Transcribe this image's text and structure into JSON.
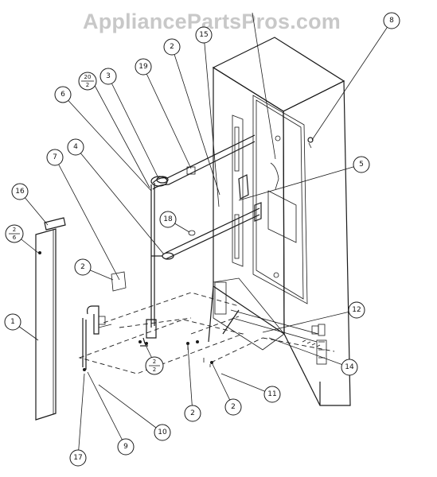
{
  "watermark": "AppliancePartsPros.com",
  "callouts": {
    "c1": "1",
    "c2a": "2",
    "c2b": "2",
    "c2c": "2",
    "c2d": "2",
    "c3": "3",
    "c4": "4",
    "c5": "5",
    "c6": "6",
    "c7": "7",
    "c8": "8",
    "c9": "9",
    "c10": "10",
    "c11": "11",
    "c12": "12",
    "c14": "14",
    "c15": "15",
    "c16": "16",
    "c17": "17",
    "c18": "18",
    "c19": "19",
    "f20_top": "20",
    "f20_bot": "2",
    "f2_top_a": "2",
    "f2_bot_a": "6",
    "f2_top_b": "2",
    "f2_bot_b": "2"
  }
}
